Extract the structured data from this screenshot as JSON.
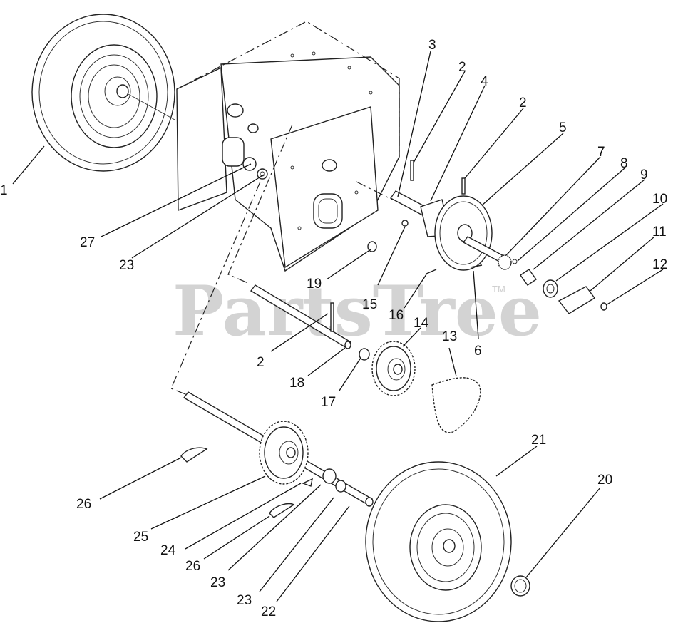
{
  "watermark": {
    "text": "PartsTree",
    "tm": "TM"
  },
  "callouts": [
    {
      "id": "c1",
      "text": "1"
    },
    {
      "id": "c2a",
      "text": "2"
    },
    {
      "id": "c2b",
      "text": "2"
    },
    {
      "id": "c2c",
      "text": "2"
    },
    {
      "id": "c3",
      "text": "3"
    },
    {
      "id": "c4",
      "text": "4"
    },
    {
      "id": "c5",
      "text": "5"
    },
    {
      "id": "c6",
      "text": "6"
    },
    {
      "id": "c7",
      "text": "7"
    },
    {
      "id": "c8",
      "text": "8"
    },
    {
      "id": "c9",
      "text": "9"
    },
    {
      "id": "c10",
      "text": "10"
    },
    {
      "id": "c11",
      "text": "11"
    },
    {
      "id": "c12",
      "text": "12"
    },
    {
      "id": "c13",
      "text": "13"
    },
    {
      "id": "c14",
      "text": "14"
    },
    {
      "id": "c15",
      "text": "15"
    },
    {
      "id": "c16",
      "text": "16"
    },
    {
      "id": "c17",
      "text": "17"
    },
    {
      "id": "c18",
      "text": "18"
    },
    {
      "id": "c19",
      "text": "19"
    },
    {
      "id": "c20",
      "text": "20"
    },
    {
      "id": "c21",
      "text": "21"
    },
    {
      "id": "c22",
      "text": "22"
    },
    {
      "id": "c23a",
      "text": "23"
    },
    {
      "id": "c23b",
      "text": "23"
    },
    {
      "id": "c23c",
      "text": "23"
    },
    {
      "id": "c24",
      "text": "24"
    },
    {
      "id": "c25",
      "text": "25"
    },
    {
      "id": "c26a",
      "text": "26"
    },
    {
      "id": "c26b",
      "text": "26"
    },
    {
      "id": "c27",
      "text": "27"
    }
  ]
}
